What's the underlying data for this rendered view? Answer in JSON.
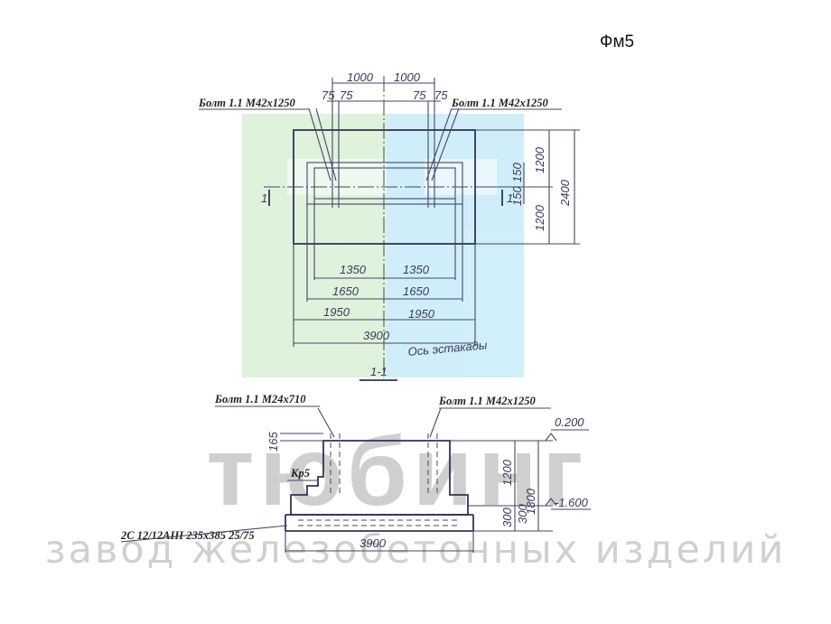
{
  "drawing_code": "Фм5",
  "watermark": {
    "brand": "тюбинг",
    "tagline": "завод железобетонных изделий",
    "colors": {
      "green": "#d9f0d6",
      "cyan": "#c8ecf8",
      "gray": "#cfcfcf"
    }
  },
  "plan": {
    "top_dims": [
      "1000",
      "1000"
    ],
    "bolt_offsets": [
      "75",
      "75",
      "75",
      "75"
    ],
    "bolt_left": "Болт 1.1  М42х1250",
    "bolt_right": "Болт 1.1  М42х1250",
    "right_dims": {
      "upper": "1200",
      "lower": "1200",
      "total": "2400",
      "inner_a": "150",
      "inner_b": "150"
    },
    "section_mark": "1",
    "bottom_dims": {
      "d1350_left": "1350",
      "d1350_right": "1350",
      "d1650_left": "1650",
      "d1650_right": "1650",
      "d1950_left": "1950",
      "d1950_right": "1950",
      "total": "3900"
    },
    "axis_label": "Ось эстакады",
    "section_title": "1-1"
  },
  "section": {
    "bolt_left": "Болт 1.1  М24х710",
    "bolt_right": "Болт 1.1  М42х1250",
    "dim_165": "165",
    "step_label": "Кр5",
    "mesh_label": "2С 12/12АIII 235х385 25/75",
    "level_top": "0.200",
    "level_bottom": "-1.600",
    "right_dims": {
      "top": "1200",
      "total": "1800",
      "d300a": "300",
      "d300b": "300"
    },
    "width": "3900"
  }
}
